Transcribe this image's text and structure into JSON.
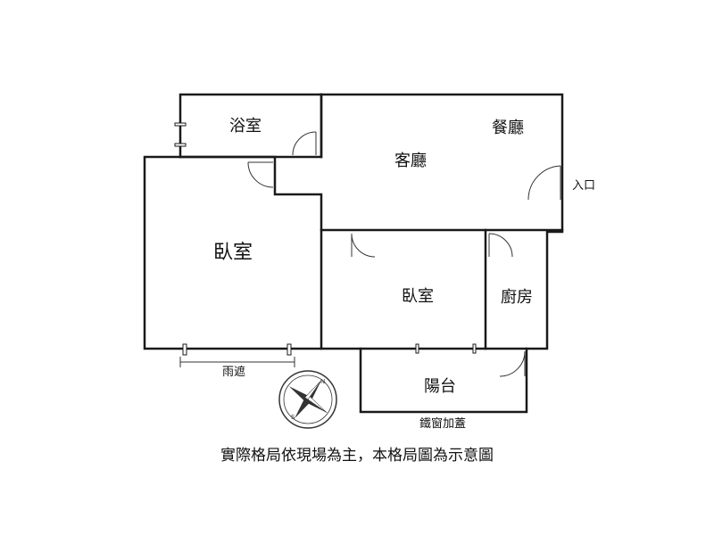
{
  "rooms": {
    "bathroom": "浴室",
    "dining": "餐廳",
    "living": "客廳",
    "bedroom_large": "臥室",
    "bedroom_small": "臥室",
    "kitchen": "廚房",
    "balcony": "陽台"
  },
  "annotations": {
    "entrance": "入口",
    "awning": "雨遮",
    "window_cover": "鐵窗加蓋"
  },
  "compass": {
    "north": "N",
    "south": "S"
  },
  "caption": "實際格局依現場為主，本格局圖為示意圖",
  "colors": {
    "wall": "#1a1a1a",
    "compass_dark": "#333333",
    "compass_light": "#ffffff"
  }
}
